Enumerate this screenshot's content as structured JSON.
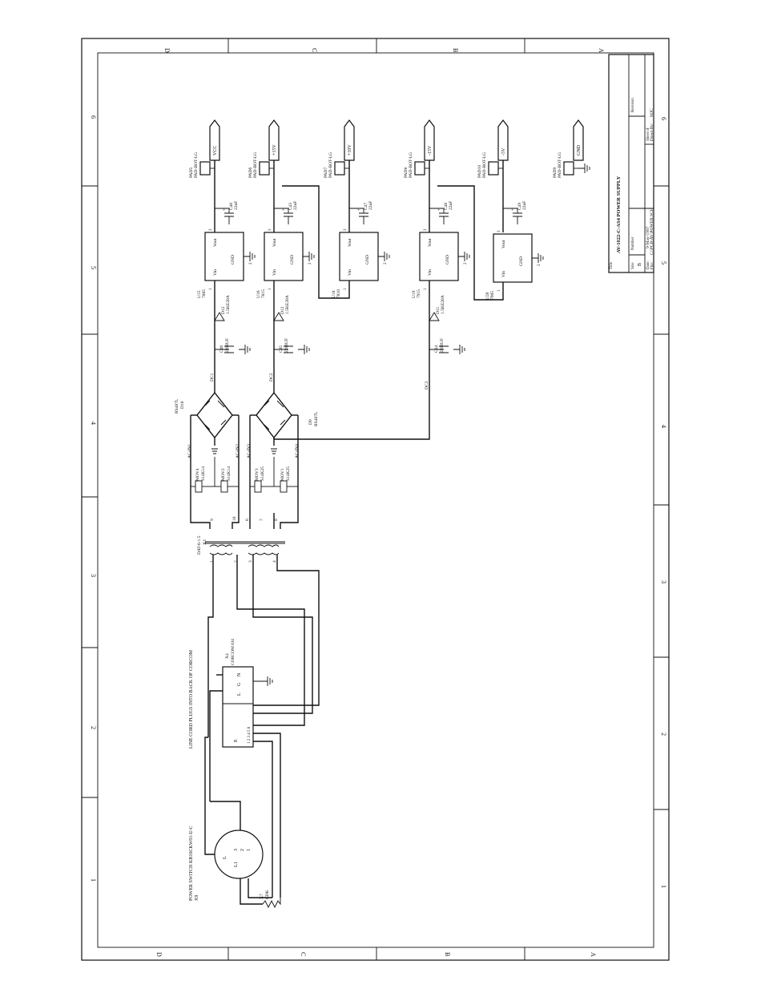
{
  "frame": {
    "zone_letters": [
      "D",
      "C",
      "B",
      "A"
    ],
    "zone_numbers": [
      "1",
      "2",
      "3",
      "4",
      "5",
      "6"
    ]
  },
  "title_block": {
    "title_label": "Title",
    "title": "AV-1022-C-AS4 POWER SUPPLY",
    "size_label": "Size",
    "size": "B",
    "number_label": "Number",
    "revision_label": "Revision",
    "date_label": "Date:",
    "date": "9-May-1997",
    "sheet_label": "Sheet    of",
    "file_label": "File:",
    "file": "C:\\PCB\\AV\\POWER.SCH",
    "drawn_by_label": "Drawn By:",
    "drawn_by": "MJC"
  },
  "labels": {
    "power_switch": "POWER SWITCH KB16CKW01-U-C",
    "x9": "X9",
    "line_cord": "LINE CORD PLUGS INTO BACK OF CORCOM",
    "x4": "X4",
    "corcom": "CORCOM 6J4",
    "x7": "X7",
    "cdk": "CDK",
    "transformer_part": "DAT-6-1.5",
    "x3": "X3",
    "sw_l": "L",
    "sw_1": "1",
    "sw_2": "2",
    "sw_3": "3",
    "sw_l1": "L1",
    "cc_l": "L",
    "cc_g": "G",
    "cc_n": "N",
    "cc_e": "E",
    "cc_pins": "1 2 3 4 5 6",
    "t_pri_1": "1",
    "t_pri_2": "2",
    "t_pri_3": "3",
    "t_pri_4": "4",
    "t_sec_9": "9",
    "t_sec_10": "10",
    "t_sec_6": "6",
    "t_sec_7": "7",
    "t_sec_8": "8"
  },
  "rails": [
    {
      "pad": "PAD5",
      "pad_part": "PAD-BOT-LG",
      "net": "VCC",
      "cap": "C40",
      "cap_val": "22uF",
      "reg": "U15",
      "reg_part": "7805",
      "tvs": "D12",
      "tvs_part": "1.5KE20A",
      "bulk": "C46",
      "bulk_val": "2200UF",
      "dc": "DC1"
    },
    {
      "pad": "PAD6",
      "pad_part": "PAD-BOT-LG",
      "net": "+15V",
      "cap": "C43",
      "cap_val": "22uF",
      "reg": "U16",
      "reg_part": "7815",
      "tvs": "D12",
      "tvs_part": "1.5KE20A",
      "bulk": "C45",
      "bulk_val": "2200UF",
      "dc": "DC2"
    },
    {
      "pad": "PAD7",
      "pad_part": "PAD-BOT-LG",
      "net": "+10V",
      "cap": "C47",
      "cap_val": "22uF",
      "reg": "U18",
      "reg_part": "7810"
    },
    {
      "pad": "PAD8",
      "pad_part": "PAD-BOT-LG",
      "net": "-15V",
      "cap": "C48",
      "cap_val": "22uF",
      "reg": "U19",
      "reg_part": "7915",
      "tvs": "D11",
      "tvs_part": "1.5KE20A",
      "bulk": "C44",
      "bulk_val": "2200UF",
      "dc": "DC3"
    },
    {
      "pad": "PAD10",
      "pad_part": "PAD-BOT-LG",
      "net": "-5V",
      "cap": "C49",
      "cap_val": "22uF",
      "reg": "U20",
      "reg_part": "7905"
    },
    {
      "pad": "PAD9",
      "pad_part": "PAD-BOT-LG",
      "net": "GND"
    }
  ],
  "reg_pins": {
    "vout": "Vout",
    "vin": "Vin",
    "gnd": "GND",
    "p1": "1",
    "p2": "2",
    "p3": "3"
  },
  "bridges": [
    {
      "ref": "D10",
      "part": "RS407L",
      "ac1": "AC-IN1",
      "ac2": "AC-IN2"
    },
    {
      "ref": "D9",
      "part": "RS407L",
      "ac1": "AC-IN3",
      "ac2": "AC-IN4"
    }
  ],
  "movs": [
    {
      "ref": "MOV4",
      "part": "S14K14"
    },
    {
      "ref": "MOV2",
      "part": "S14K14"
    },
    {
      "ref": "MOV3",
      "part": "S14K25"
    },
    {
      "ref": "MOV1",
      "part": "S14K25"
    }
  ]
}
